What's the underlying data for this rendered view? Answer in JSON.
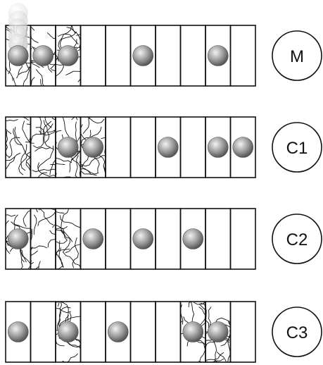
{
  "rows": [
    {
      "label": "M",
      "cells": 10,
      "fiber_cells": [
        0,
        1,
        2
      ],
      "balls": [
        0,
        1,
        2,
        5,
        8
      ],
      "ghost_stack_cell": 0
    },
    {
      "label": "C1",
      "cells": 10,
      "fiber_cells": [
        0,
        1,
        2,
        3
      ],
      "balls": [
        2,
        3,
        6,
        8,
        9
      ]
    },
    {
      "label": "C2",
      "cells": 10,
      "fiber_cells": [
        0,
        1,
        2
      ],
      "balls": [
        0,
        3,
        5,
        7
      ]
    },
    {
      "label": "C3",
      "cells": 10,
      "fiber_cells": [
        2,
        7,
        8
      ],
      "balls": [
        0,
        2,
        4,
        7,
        8
      ]
    }
  ],
  "colors": {
    "outline": "#111111",
    "fiber": "#111111",
    "ball_light": "#f2f2f2",
    "ball_dark": "#4a4a4a"
  }
}
